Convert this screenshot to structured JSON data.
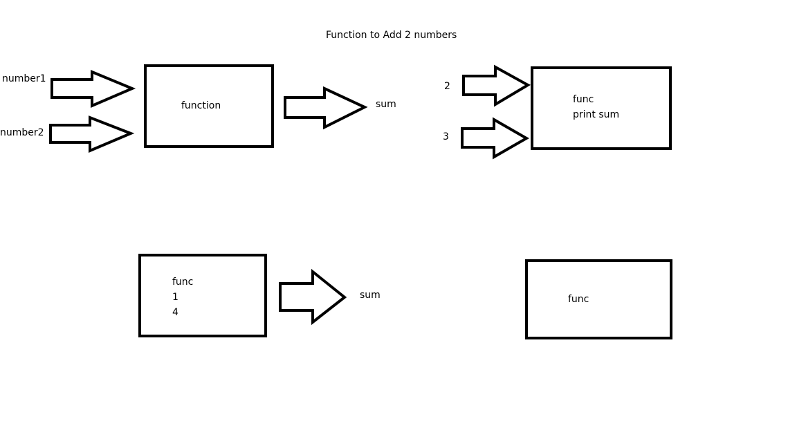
{
  "title": "Function to Add 2 numbers",
  "diagram1": {
    "input1": "number1",
    "input2": "number2",
    "box": "function",
    "output": "sum"
  },
  "diagram2": {
    "input1": "2",
    "input2": "3",
    "box_line1": "func",
    "box_line2": "print sum"
  },
  "diagram3": {
    "box_line1": "func",
    "box_line2": "1",
    "box_line3": "4",
    "output": "sum"
  },
  "diagram4": {
    "box": "func"
  }
}
